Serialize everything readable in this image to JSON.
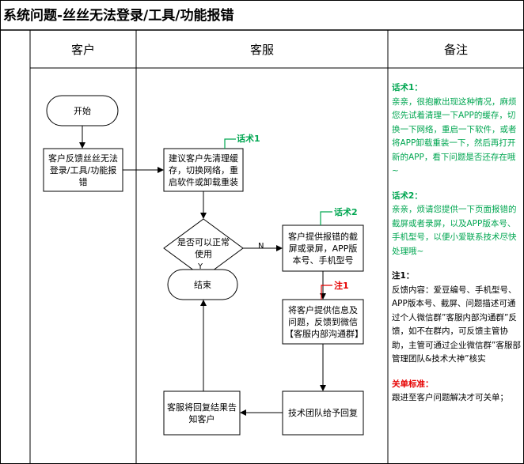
{
  "title": "系统问题-丝丝无法登录/工具/功能报错",
  "columns": [
    "客户",
    "客服",
    "备注"
  ],
  "nodes": {
    "start": "开始",
    "feedback": "客户反馈丝丝无法登录/工具/功能报错",
    "suggest": "建议客户先清理缓存，切换网络，重启软件或卸载重装",
    "decision": "是否可以正常使用",
    "screenshot": "客户提供报错的截屏或录屏，APP版本号、手机型号",
    "forward": "将客户提供信息及问题，反馈到微信【客服内部沟通群】",
    "reply": "技术团队给予回复",
    "notify": "客服将回复结果告知客户",
    "end": "结束"
  },
  "edge_labels": {
    "no": "N",
    "yes": "Y"
  },
  "callouts": {
    "c1": "话术1",
    "c2": "话术2",
    "c3": "注1"
  },
  "notes": {
    "s1_title": "话术1：",
    "s1_body": "亲亲，很抱歉出现这种情况，麻烦您先试着清理一下APP的缓存，切换一下网络，重启一下软件，或者将APP卸载重装一下，然后再打开新的APP，看下问题是否还存在哦~",
    "s2_title": "话术2：",
    "s2_body": "亲亲，烦请您提供一下页面报错的截屏或者录屏，以及APP版本号、手机型号，以便小爱联系技术尽快处理哦~",
    "n1_title": "注1：",
    "n1_body": "反馈内容：爱豆编号、手机型号、APP版本号、截屏、问题描述可通过个人微信群”客服内部沟通群”反馈，如不在群内，可反馈主管协助，主管可通过企业微信群”客服部管理团队&技术大神”核实",
    "close_title": "关单标准：",
    "close_body": "跟进至客户问题解决才可关单；"
  },
  "colors": {
    "line": "#000000",
    "accent_green": "#00a651",
    "accent_red": "#e60000"
  }
}
